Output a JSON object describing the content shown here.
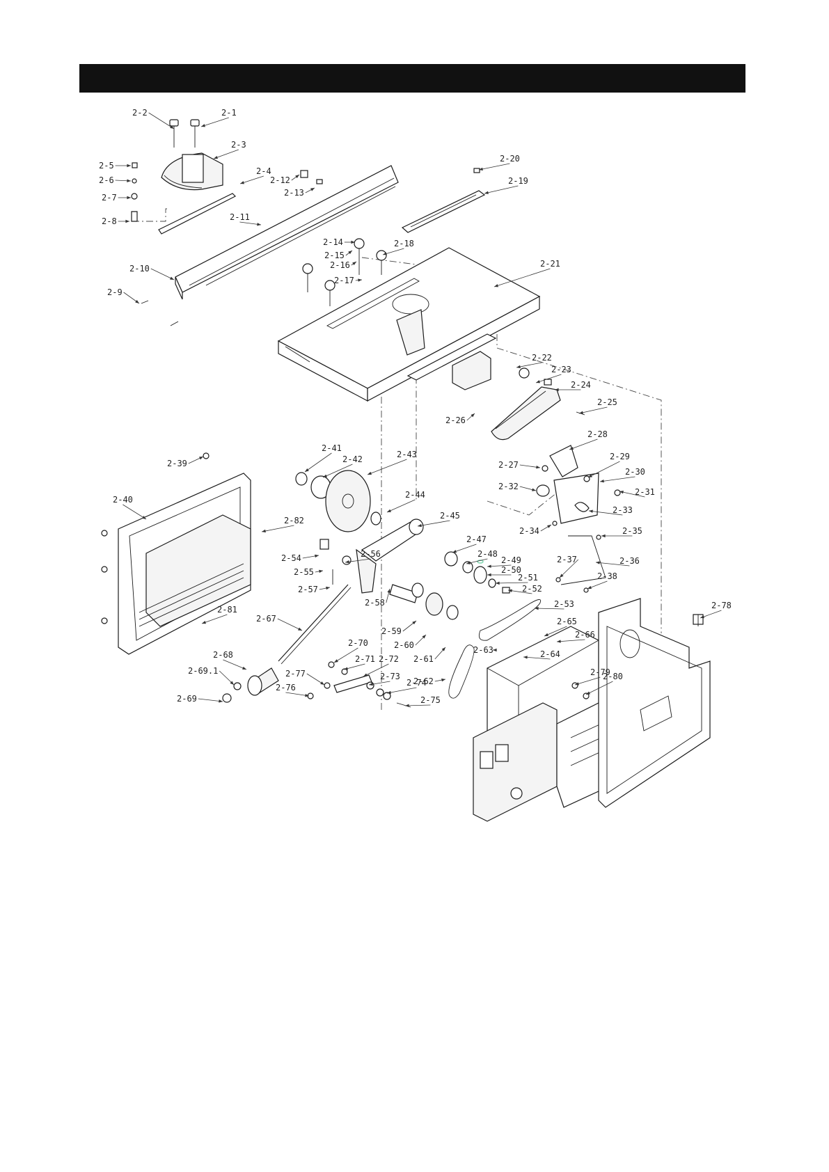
{
  "header": {
    "title": ""
  },
  "callouts": [
    "2-1",
    "2-2",
    "2-3",
    "2-4",
    "2-5",
    "2-6",
    "2-7",
    "2-8",
    "2-9",
    "2-10",
    "2-11",
    "2-12",
    "2-13",
    "2-14",
    "2-15",
    "2-16",
    "2-17",
    "2-18",
    "2-19",
    "2-20",
    "2-21",
    "2-22",
    "2-23",
    "2-24",
    "2-25",
    "2-26",
    "2-27",
    "2-28",
    "2-29",
    "2-30",
    "2-31",
    "2-32",
    "2-33",
    "2-34",
    "2-35",
    "2-36",
    "2-37",
    "2-38",
    "2-39",
    "2-40",
    "2-41",
    "2-42",
    "2-43",
    "2-44",
    "2-45",
    "2-47",
    "2-48",
    "2-49",
    "2-50",
    "2-51",
    "2-52",
    "2-53",
    "2-54",
    "2-55",
    "2-56",
    "2-57",
    "2-58",
    "2-59",
    "2-60",
    "2-61",
    "2-62",
    "2-63",
    "2-64",
    "2-65",
    "2-66",
    "2-67",
    "2-68",
    "2-69.1",
    "2-69",
    "2-70",
    "2-71",
    "2-72",
    "2-73",
    "2-74",
    "2-75",
    "2-76",
    "2-77",
    "2-78",
    "2-79",
    "2-80",
    "2-81",
    "2-82"
  ],
  "colors": {
    "title_bar": "#111111",
    "line": "#1a1a1a",
    "highlight": "#7fd6b0"
  }
}
